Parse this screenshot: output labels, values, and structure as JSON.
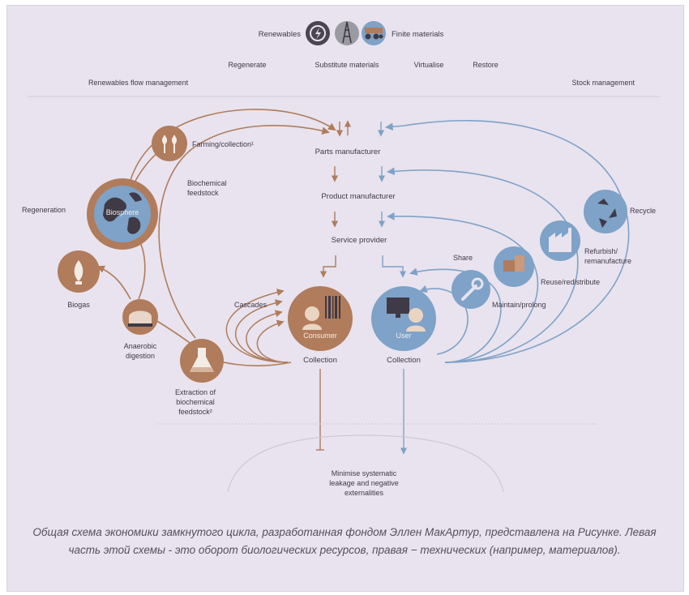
{
  "header": {
    "renewables": "Renewables",
    "finite_materials": "Finite materials",
    "principles": [
      "Regenerate",
      "Substitute materials",
      "Virtualise",
      "Restore"
    ],
    "left_section": "Renewables flow management",
    "right_section": "Stock management"
  },
  "stages": {
    "parts": "Parts manufacturer",
    "product": "Product manufacturer",
    "service": "Service provider"
  },
  "bio": {
    "farming": "Farming/collection¹",
    "feedstock": [
      "Biochemical",
      "feedstock"
    ],
    "regeneration": "Regeneration",
    "biosphere": "Biosphere",
    "biogas": "Biogas",
    "anaerobic": [
      "Anaerobic",
      "digestion"
    ],
    "extraction": [
      "Extraction of",
      "biochemical",
      "feedstock²"
    ],
    "cascades": "Cascades",
    "consumer": "Consumer",
    "collection": "Collection"
  },
  "tech": {
    "recycle": "Recycle",
    "refurbish": [
      "Refurbish/",
      "remanufacture"
    ],
    "reuse": "Reuse/redistribute",
    "maintain": "Maintain/prolong",
    "share": "Share",
    "user": "User",
    "collection": "Collection"
  },
  "footer_note": [
    "Minimise systematic",
    "leakage and negative",
    "externalities"
  ],
  "caption": "Общая схема экономики замкнутого цикла, разработанная фондом Эллен МакАртур, представлена на Рисунке. Левая часть этой схемы - это оборот биологических ресурсов, правая − технических (например, материалов).",
  "colors": {
    "bio": "#b07c5c",
    "tech": "#7ea2c8",
    "background": "#e8e3ee",
    "text": "#3f3a46"
  }
}
